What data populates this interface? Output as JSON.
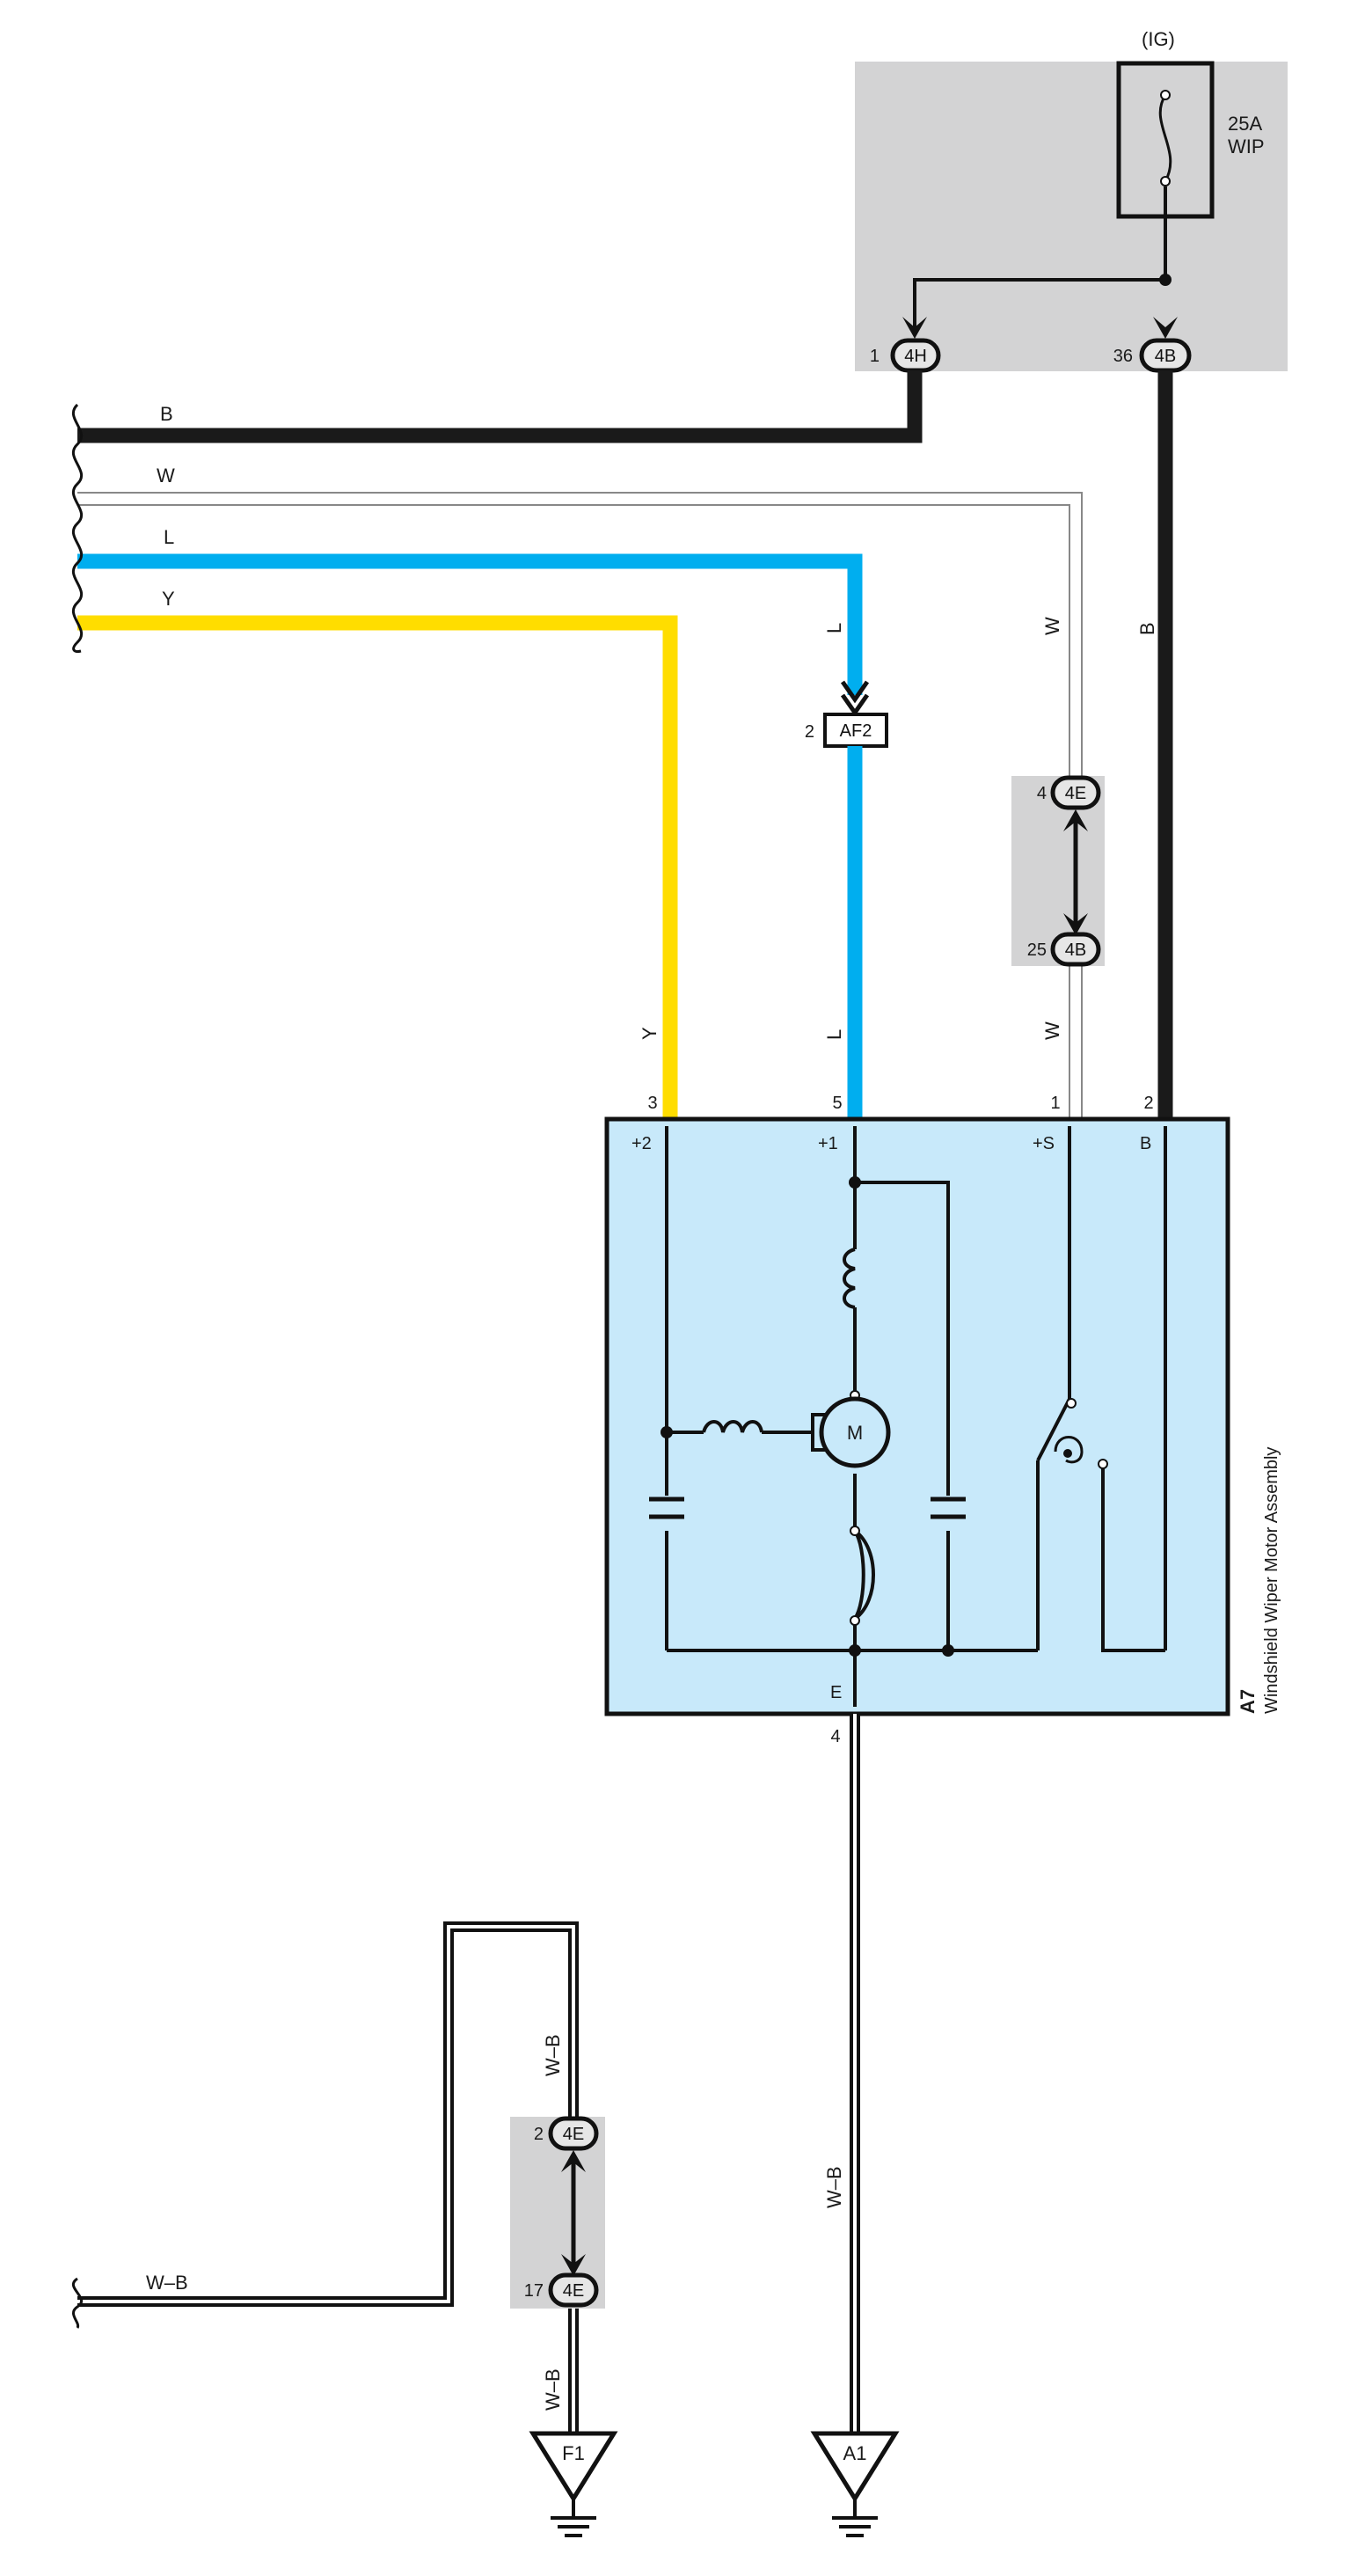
{
  "ig_label": "(IG)",
  "fuse": {
    "rating": "25A",
    "name": "WIP"
  },
  "connectors": {
    "c4h": {
      "code": "4H",
      "pin": "1"
    },
    "c4b_top": {
      "code": "4B",
      "pin": "36"
    },
    "af2": {
      "code": "AF2",
      "pin": "2"
    },
    "c4e_a": {
      "code": "4E",
      "pin": "4"
    },
    "c4b_b": {
      "code": "4B",
      "pin": "25"
    },
    "c4e_c": {
      "code": "4E",
      "pin": "2"
    },
    "c4e_d": {
      "code": "4E",
      "pin": "17"
    }
  },
  "wires": {
    "b": "B",
    "w": "W",
    "l": "L",
    "y": "Y",
    "wb": "W–B"
  },
  "motor": {
    "id": "A7",
    "name": "Windshield Wiper Motor Assembly",
    "pins": {
      "p3": "3",
      "p5": "5",
      "p1": "1",
      "p2": "2",
      "p4": "4"
    },
    "terminals": {
      "plus2": "+2",
      "plus1": "+1",
      "plusS": "+S",
      "b": "B",
      "e": "E"
    },
    "motor_symbol": "M"
  },
  "grounds": {
    "f1": "F1",
    "a1": "A1"
  },
  "colors": {
    "black_wire": "#1a1a1a",
    "blue_wire": "#00aeef",
    "yellow_wire": "#ffdd00",
    "relay_box": "#d3d3d4",
    "motor_box": "#c8e9fa"
  }
}
